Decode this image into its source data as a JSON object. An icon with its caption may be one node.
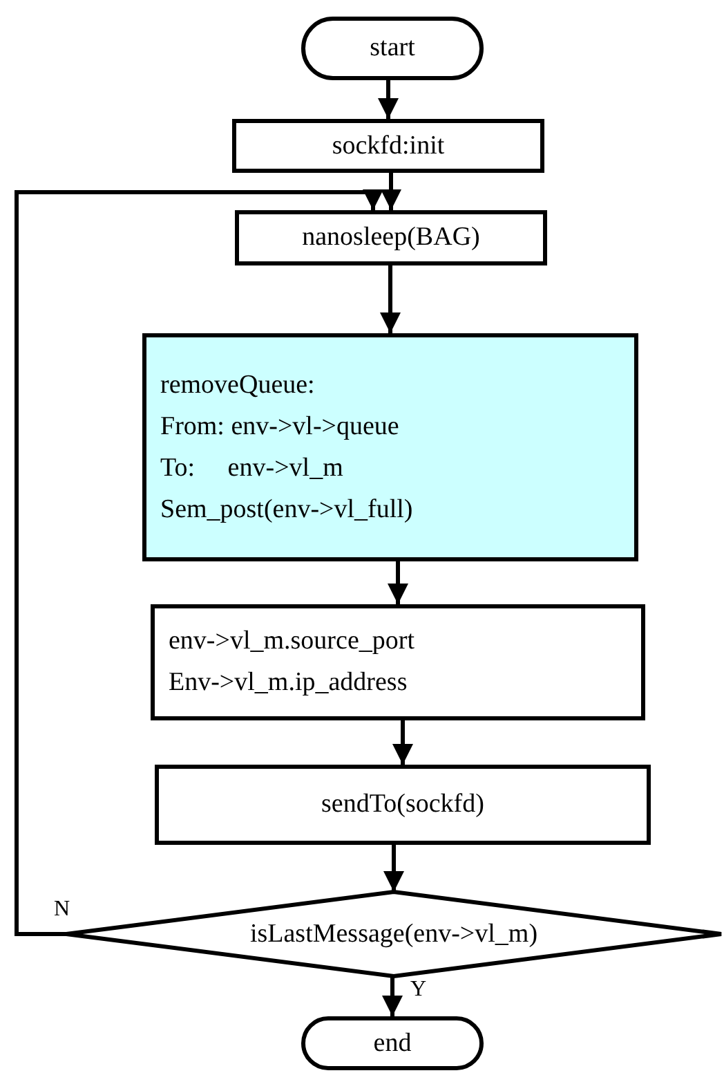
{
  "diagram": {
    "nodes": [
      {
        "text": [
          "start"
        ]
      },
      {
        "text": [
          "sockfd:init"
        ]
      },
      {
        "text": [
          "nanosleep(BAG)"
        ]
      },
      {
        "text": [
          "removeQueue:",
          "From: env->vl->queue",
          "To:     env->vl_m",
          "Sem_post(env->vl_full)"
        ]
      },
      {
        "text": [
          "env->vl_m.source_port",
          "Env->vl_m.ip_address"
        ]
      },
      {
        "text": [
          "sendTo(sockfd)"
        ]
      },
      {
        "text": [
          "isLastMessage(env->vl_m)"
        ]
      },
      {
        "text": [
          "end"
        ]
      }
    ],
    "edges": [
      {
        "from": 0,
        "to": 1,
        "arrow": "to"
      },
      {
        "from": 1,
        "to": 2,
        "arrow": "to"
      },
      {
        "from": 2,
        "to": 3,
        "arrow": "to"
      },
      {
        "from": 3,
        "to": 4,
        "arrow": "to"
      },
      {
        "from": 4,
        "to": 5,
        "arrow": "to"
      },
      {
        "from": 5,
        "to": 6,
        "arrow": "to"
      },
      {
        "from": 6,
        "to": 7,
        "arrow": "to",
        "label": "Y"
      },
      {
        "from": 6,
        "to": 2,
        "arrow": "to",
        "label": "N"
      }
    ]
  }
}
